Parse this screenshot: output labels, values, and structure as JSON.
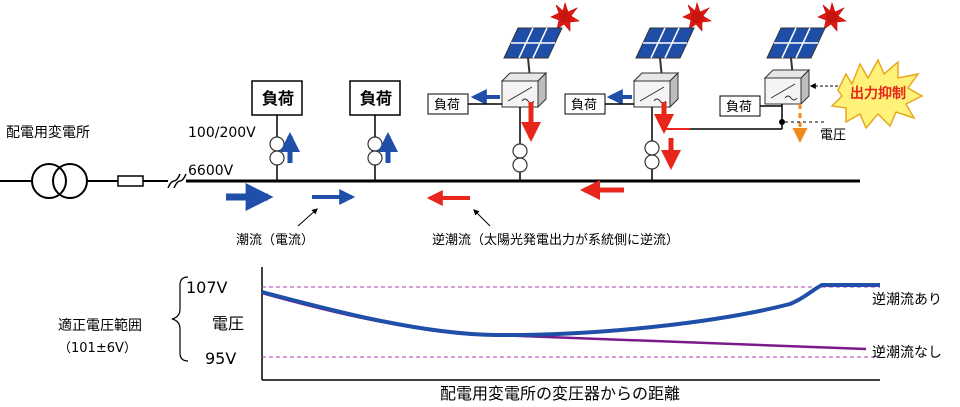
{
  "substation_label": "配電用変電所",
  "voltage_low": "100/200V",
  "voltage_high": "6600V",
  "load_label": "負荷",
  "current_label": "潮流（電流）",
  "reverse_label": "逆潮流（太陽光発電出力が系統側に逆流）",
  "curtail_label": "出力抑制",
  "voltage_sense": "電圧",
  "graph": {
    "range_label": "適正電圧範囲",
    "range_value": "（101±6V）",
    "y_label": "電圧",
    "y_upper": "107V",
    "y_lower": "95V",
    "x_label": "配電用変電所の変圧器からの距離",
    "series_with": "逆潮流あり",
    "series_without": "逆潮流なし"
  },
  "colors": {
    "forward": "#1f4fa8",
    "reverse": "#e8261c",
    "curve_with": "#1f4fa8",
    "curve_without": "#7a1b8a",
    "limit": "#b040b0",
    "curtail_fill": "#fff27a",
    "curtail_text": "#e8261c",
    "panel": "#1f4ea8"
  }
}
